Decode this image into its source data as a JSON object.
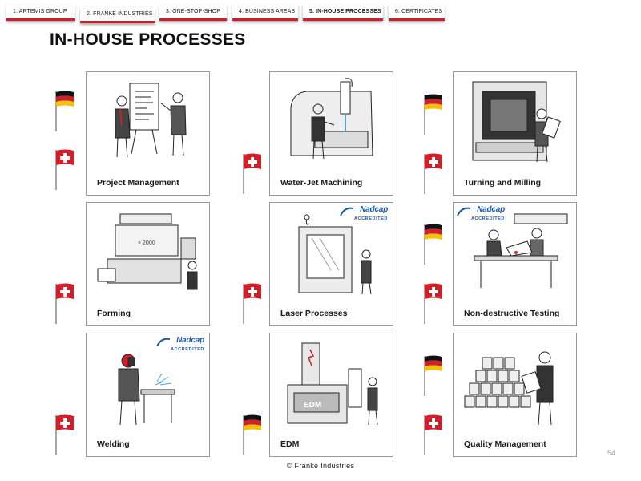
{
  "nav": {
    "tabs": [
      {
        "label": "1. ARTEMIS GROUP",
        "active": false
      },
      {
        "label": "2. FRANKE INDUSTRIES",
        "active": false
      },
      {
        "label": "3. ONE-STOP-SHOP",
        "active": false
      },
      {
        "label": "4. BUSINESS AREAS",
        "active": false
      },
      {
        "label": "5. IN-HOUSE PROCESSES",
        "active": true
      },
      {
        "label": "6. CERTIFICATES",
        "active": false
      }
    ]
  },
  "page": {
    "title": "IN-HOUSE PROCESSES",
    "page_number": "54",
    "footer": "© Franke Industries"
  },
  "badge": {
    "brand": "Nadcap",
    "accredited": "ACCREDITED"
  },
  "colors": {
    "accent_red": "#d01e2a",
    "nadcap_blue": "#1e5aa8"
  },
  "processes": [
    {
      "label": "Project Management",
      "illustration": "presentation-illustration",
      "nadcap": false
    },
    {
      "label": "Water-Jet Machining",
      "illustration": "waterjet-machine-illustration",
      "nadcap": false
    },
    {
      "label": "Turning and Milling",
      "illustration": "cnc-machine-illustration",
      "nadcap": false
    },
    {
      "label": "Forming",
      "illustration": "press-machine-illustration",
      "nadcap": false
    },
    {
      "label": "Laser Processes",
      "illustration": "laser-machine-illustration",
      "nadcap": true
    },
    {
      "label": "Non-destructive Testing",
      "illustration": "inspection-illustration",
      "nadcap": true
    },
    {
      "label": "Welding",
      "illustration": "welder-illustration",
      "nadcap": true
    },
    {
      "label": "EDM",
      "illustration": "edm-machine-illustration",
      "nadcap": false,
      "machine_text": "EDM"
    },
    {
      "label": "Quality Management",
      "illustration": "quality-check-illustration",
      "nadcap": false
    }
  ],
  "flags": {
    "row1_col1": [
      "germany-flag",
      "switzerland-flag"
    ],
    "row1_col2": [
      "switzerland-flag"
    ],
    "row1_col3": [
      "germany-flag",
      "switzerland-flag"
    ],
    "row2_col1": [
      "switzerland-flag"
    ],
    "row2_col2": [
      "switzerland-flag"
    ],
    "row2_col3": [
      "germany-flag",
      "switzerland-flag"
    ],
    "row3_col1": [
      "switzerland-flag"
    ],
    "row3_col2": [
      "germany-flag"
    ],
    "row3_col3": [
      "germany-flag",
      "switzerland-flag"
    ]
  }
}
